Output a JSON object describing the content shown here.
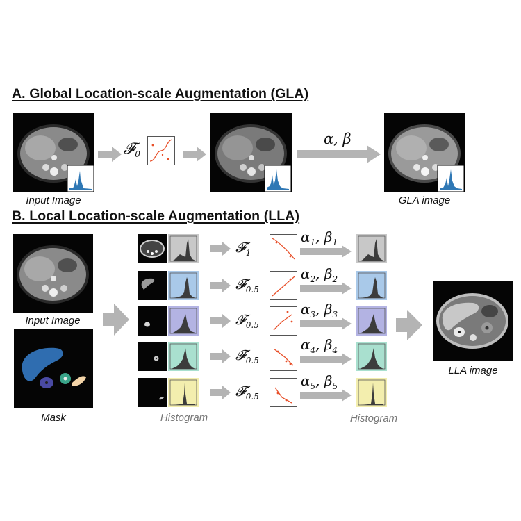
{
  "section_a": {
    "heading": "A. Global Location-scale Augmentation (GLA)",
    "input_caption": "Input Image",
    "transform_symbol": "𝓕",
    "transform_subscript": "0",
    "param_label": "α, β",
    "output_caption": "GLA image"
  },
  "section_b": {
    "heading": "B. Local Location-scale Augmentation (LLA)",
    "input_caption": "Input Image",
    "mask_caption": "Mask",
    "histogram_caption_left": "Histogram",
    "histogram_caption_right": "Histogram",
    "output_caption": "LLA image",
    "rows": [
      {
        "f_sub": "1",
        "alpha": "α",
        "alpha_sub": "1",
        "beta": "β",
        "beta_sub": "1",
        "hist_color": "#c8c8c8"
      },
      {
        "f_sub": "0.5",
        "alpha": "α",
        "alpha_sub": "2",
        "beta": "β",
        "beta_sub": "2",
        "hist_color": "#a9c9e9"
      },
      {
        "f_sub": "0.5",
        "alpha": "α",
        "alpha_sub": "3",
        "beta": "β",
        "beta_sub": "3",
        "hist_color": "#b3b3e3"
      },
      {
        "f_sub": "0.5",
        "alpha": "α",
        "alpha_sub": "4",
        "beta": "β",
        "beta_sub": "4",
        "hist_color": "#a9e0cf"
      },
      {
        "f_sub": "0.5",
        "alpha": "α",
        "alpha_sub": "5",
        "beta": "β",
        "beta_sub": "5",
        "hist_color": "#f3eeae"
      }
    ]
  },
  "colors": {
    "arrow": "#b4b4b4",
    "curve": "#e8502a",
    "histogram_blue": "#2f78b5",
    "mask_liver": "#2f6db0",
    "mask_kidney": "#4a4aa3",
    "mask_spleen": "#3aa58a",
    "mask_pancreas": "#f3d4a8"
  }
}
